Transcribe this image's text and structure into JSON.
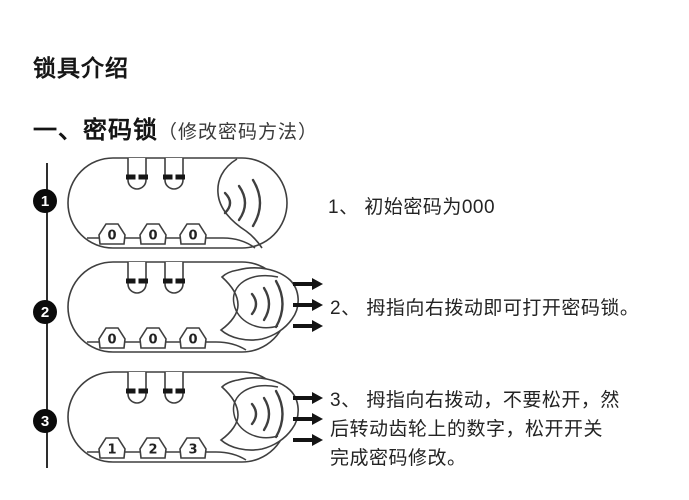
{
  "title": "锁具介绍",
  "section": {
    "heading": "一、密码锁",
    "heading_note": "（修改密码方法）"
  },
  "steps": [
    {
      "badge": "1",
      "text": "1、 初始密码为000",
      "dials": [
        "0",
        "0",
        "0"
      ]
    },
    {
      "badge": "2",
      "text": "2、 拇指向右拨动即可打开密码锁。",
      "dials": [
        "0",
        "0",
        "0"
      ]
    },
    {
      "badge": "3",
      "text": "3、 拇指向右拨动，不要松开，然后转动齿轮上的数字，松开开关完成密码修改。",
      "dials": [
        "1",
        "2",
        "3"
      ]
    }
  ],
  "colors": {
    "ink": "#1d1d1d",
    "line_art": "#3f3f3f",
    "badge_bg": "#0b0b0b",
    "badge_text": "#ffffff",
    "arrow": "#141414"
  }
}
